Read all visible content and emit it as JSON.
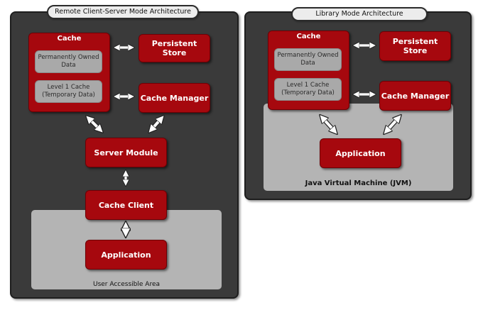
{
  "left": {
    "title": "Remote Client-Server Mode Architecture",
    "cache": {
      "title": "Cache",
      "permanent": "Permanently Owned Data",
      "level1": "Level 1 Cache (Temporary Data)"
    },
    "persistent_store": "Persistent Store",
    "cache_manager": "Cache Manager",
    "server_module": "Server Module",
    "cache_client": "Cache Client",
    "application": "Application",
    "user_area": "User Accessible Area"
  },
  "right": {
    "title": "Library Mode Architecture",
    "cache": {
      "title": "Cache",
      "permanent": "Permanently Owned Data",
      "level1": "Level 1 Cache (Temporary Data)"
    },
    "persistent_store": "Persistent Store",
    "cache_manager": "Cache Manager",
    "application": "Application",
    "jvm": "Java Virtual Machine (JVM)"
  }
}
